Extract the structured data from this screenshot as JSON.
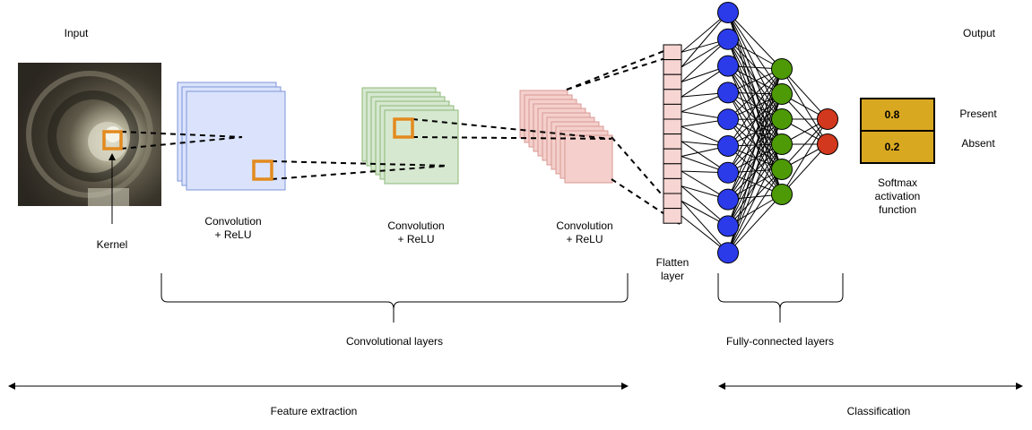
{
  "labels": {
    "input": "Input",
    "output": "Output",
    "kernel": "Kernel",
    "conv1_l1": "Convolution",
    "conv1_l2": "+ ReLU",
    "conv2_l1": "Convolution",
    "conv2_l2": "+ ReLU",
    "conv3_l1": "Convolution",
    "conv3_l2": "+ ReLU",
    "flatten_l1": "Flatten",
    "flatten_l2": "layer",
    "softmax_l1": "Softmax",
    "softmax_l2": "activation",
    "softmax_l3": "function",
    "conv_layers": "Convolutional layers",
    "fc_layers": "Fully-connected layers",
    "feature_extraction": "Feature extraction",
    "classification": "Classification"
  },
  "output": {
    "rows": [
      {
        "value": "0.8",
        "class_label": "Present"
      },
      {
        "value": "0.2",
        "class_label": "Absent"
      }
    ]
  },
  "network": {
    "input_nodes": 10,
    "hidden_nodes": 6,
    "output_nodes": 2,
    "flatten_cells": 12
  },
  "colors": {
    "conv1_fill": "#dae3fb",
    "conv1_stroke": "#7f95d8",
    "conv2_fill": "#d6e8d0",
    "conv2_stroke": "#8db878",
    "conv3_fill": "#f4cfcb",
    "conv3_stroke": "#d99a94",
    "kernel": "#e38a1e",
    "flatten_fill": "#f6d5d2",
    "node_input": "#2b3bea",
    "node_hidden": "#4e9a06",
    "node_output": "#d2381d",
    "softmax_fill": "#d9a821"
  }
}
